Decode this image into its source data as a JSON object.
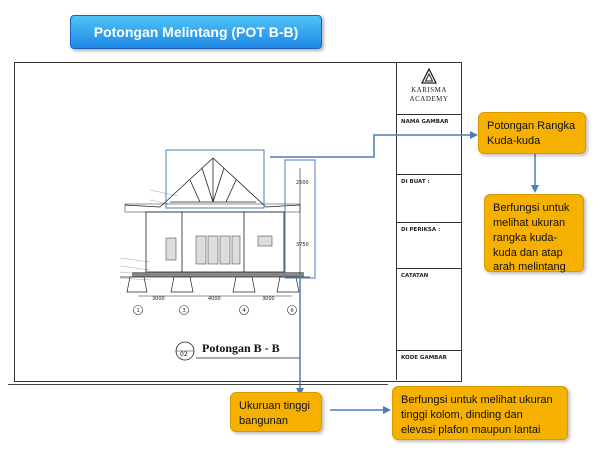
{
  "title": "Potongan Melintang (POT B-B)",
  "title_block": {
    "company_line1": "KARISMA",
    "company_line2": "ACADEMY",
    "nama_gambar": "NAMA GAMBAR",
    "di_buat": "DI BUAT :",
    "di_periksa": "DI PERIKSA :",
    "catatan": "CATATAN",
    "kode_gambar": "KODE GAMBAR"
  },
  "drawing": {
    "section_label": "Potongan B - B",
    "section_number": "02",
    "dimensions_horizontal": [
      "3000",
      "4000",
      "3000"
    ],
    "dimensions_vertical": [
      "2500",
      "3750"
    ],
    "grid_labels": [
      "1",
      "3",
      "4",
      "6"
    ]
  },
  "callouts": {
    "rangka_title": "Potongan Rangka Kuda-kuda",
    "rangka_desc": "Berfungsi untuk melihat ukuran rangka kuda-kuda dan atap arah melintang",
    "tinggi_title": "Ukuruan tinggi bangunan",
    "tinggi_desc": "Berfungsi untuk melihat ukuran tinggi kolom, dinding dan elevasi plafon maupun lantai"
  },
  "colors": {
    "banner": "#1e88e5",
    "callout": "#f5b000",
    "arrow": "#4a7ebb"
  }
}
